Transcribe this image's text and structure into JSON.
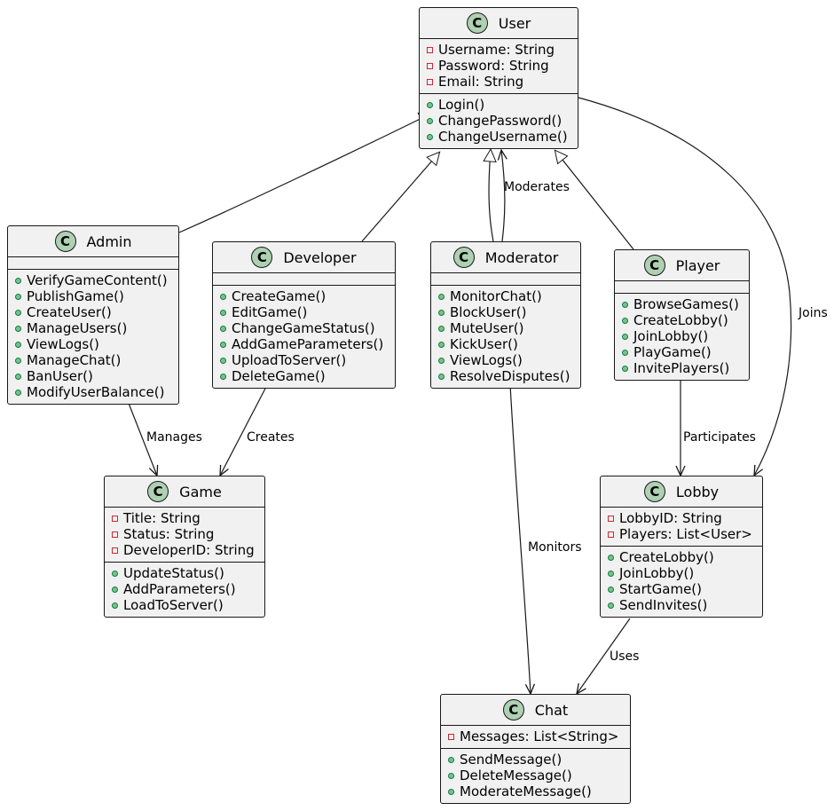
{
  "classes": {
    "user": {
      "name": "User",
      "badge": "C",
      "attributes": [
        "Username: String",
        "Password: String",
        "Email: String"
      ],
      "methods": [
        "Login()",
        "ChangePassword()",
        "ChangeUsername()"
      ]
    },
    "admin": {
      "name": "Admin",
      "badge": "C",
      "attributes": [],
      "methods": [
        "VerifyGameContent()",
        "PublishGame()",
        "CreateUser()",
        "ManageUsers()",
        "ViewLogs()",
        "ManageChat()",
        "BanUser()",
        "ModifyUserBalance()"
      ]
    },
    "developer": {
      "name": "Developer",
      "badge": "C",
      "attributes": [],
      "methods": [
        "CreateGame()",
        "EditGame()",
        "ChangeGameStatus()",
        "AddGameParameters()",
        "UploadToServer()",
        "DeleteGame()"
      ]
    },
    "moderator": {
      "name": "Moderator",
      "badge": "C",
      "attributes": [],
      "methods": [
        "MonitorChat()",
        "BlockUser()",
        "MuteUser()",
        "KickUser()",
        "ViewLogs()",
        "ResolveDisputes()"
      ]
    },
    "player": {
      "name": "Player",
      "badge": "C",
      "attributes": [],
      "methods": [
        "BrowseGames()",
        "CreateLobby()",
        "JoinLobby()",
        "PlayGame()",
        "InvitePlayers()"
      ]
    },
    "game": {
      "name": "Game",
      "badge": "C",
      "attributes": [
        "Title: String",
        "Status: String",
        "DeveloperID: String"
      ],
      "methods": [
        "UpdateStatus()",
        "AddParameters()",
        "LoadToServer()"
      ]
    },
    "lobby": {
      "name": "Lobby",
      "badge": "C",
      "attributes": [
        "LobbyID: String",
        "Players: List<User>"
      ],
      "methods": [
        "CreateLobby()",
        "JoinLobby()",
        "StartGame()",
        "SendInvites()"
      ]
    },
    "chat": {
      "name": "Chat",
      "badge": "C",
      "attributes": [
        "Messages: List<String>"
      ],
      "methods": [
        "SendMessage()",
        "DeleteMessage()",
        "ModerateMessage()"
      ]
    }
  },
  "relationships": [
    {
      "from": "Admin",
      "to": "User",
      "kind": "inheritance",
      "label": ""
    },
    {
      "from": "Developer",
      "to": "User",
      "kind": "inheritance",
      "label": ""
    },
    {
      "from": "Moderator",
      "to": "User",
      "kind": "inheritance",
      "label": ""
    },
    {
      "from": "Player",
      "to": "User",
      "kind": "inheritance",
      "label": ""
    },
    {
      "from": "Moderator",
      "to": "User",
      "kind": "association",
      "label": "Moderates"
    },
    {
      "from": "User",
      "to": "Lobby",
      "kind": "association",
      "label": "Joins"
    },
    {
      "from": "Admin",
      "to": "Game",
      "kind": "association",
      "label": "Manages"
    },
    {
      "from": "Developer",
      "to": "Game",
      "kind": "association",
      "label": "Creates"
    },
    {
      "from": "Moderator",
      "to": "Chat",
      "kind": "association",
      "label": "Monitors"
    },
    {
      "from": "Player",
      "to": "Lobby",
      "kind": "association",
      "label": "Participates"
    },
    {
      "from": "Lobby",
      "to": "Chat",
      "kind": "association",
      "label": "Uses"
    }
  ]
}
